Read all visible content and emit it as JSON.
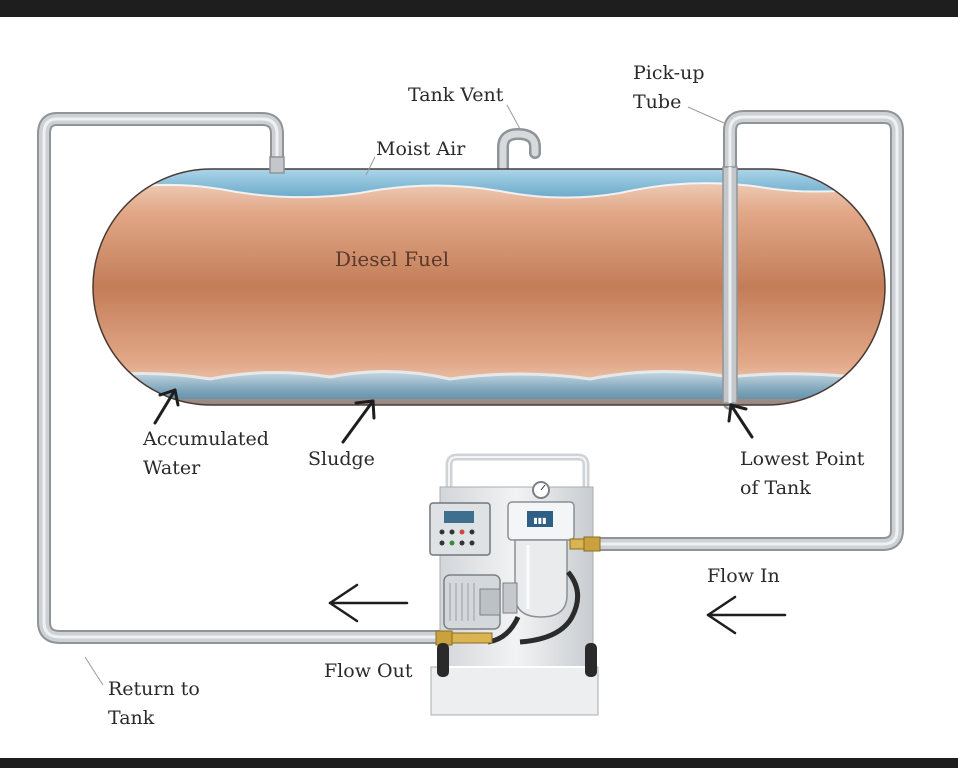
{
  "labels": {
    "tank_vent": "Tank Vent",
    "pickup_line1": "Pick-up",
    "pickup_line2": "Tube",
    "moist_air": "Moist Air",
    "diesel_fuel": "Diesel Fuel",
    "accumulated_line1": "Accumulated",
    "accumulated_line2": "Water",
    "sludge": "Sludge",
    "lowest_line1": "Lowest Point",
    "lowest_line2": "of Tank",
    "flow_in": "Flow In",
    "flow_out": "Flow Out",
    "return_line1": "Return to",
    "return_line2": "Tank"
  },
  "colors": {
    "fuel_mid": "#c4805c",
    "fuel_light": "#efd2c0",
    "water": "#8ec6e2",
    "sludge": "#6f9cb2",
    "pipe": "#b5b9bd",
    "pipe_highlight": "#eef0f2",
    "cart": "#e6e8ea",
    "fitting": "#c9a23e",
    "arrow": "#222222"
  }
}
